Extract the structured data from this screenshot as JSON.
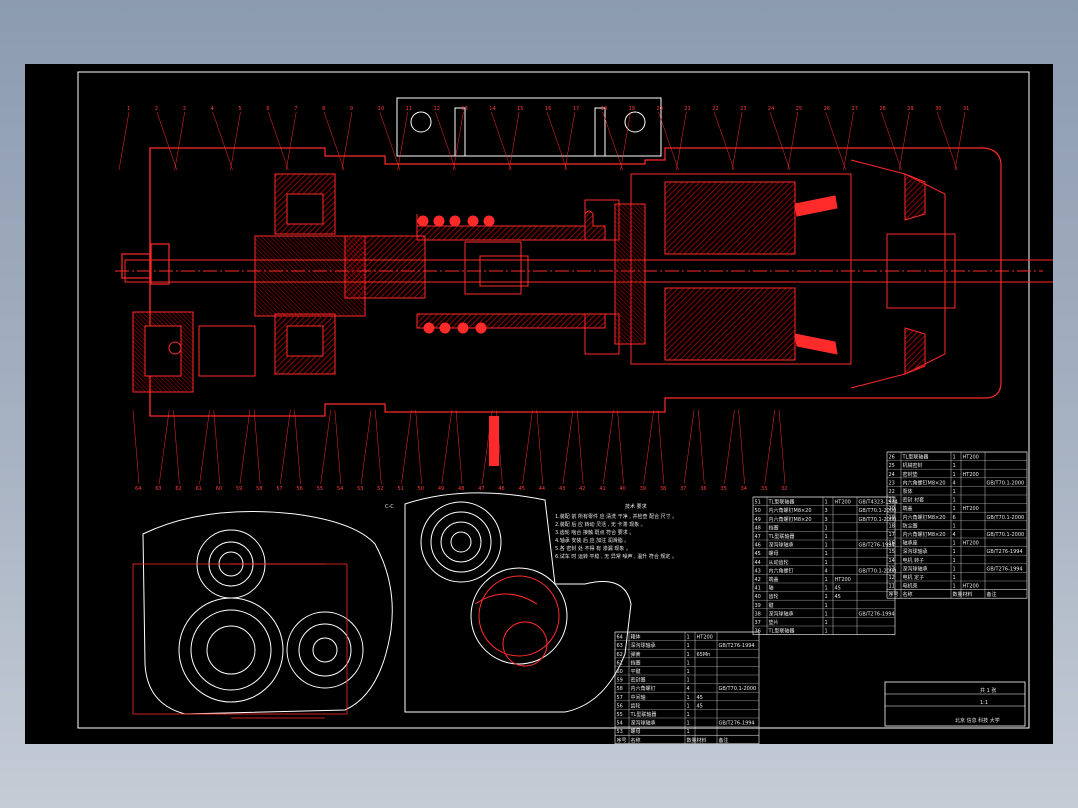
{
  "colors": {
    "background": "#000000",
    "frame": "#ffffff",
    "section_lines": "#ff2a2a",
    "hatch": "#c00000",
    "annotation_text": "#e8e8e8"
  },
  "section_label": "C-C",
  "tech_req": {
    "title": "技术 要求",
    "lines": [
      "1.装配 前 所有零件 应 清洗 干净 , 并检查 配合 尺寸 。",
      "2.装配 后 应 转动 灵活 , 无 卡滞 现象 。",
      "3.齿轮 啮合 接触 斑点 符合 要求 。",
      "4.轴承 安装 后 应 加注 润滑脂 。",
      "5.各 密封 处 不得 有 渗漏 现象 。",
      "6.试车 时 运转 平稳 , 无 异常 噪声 , 温升 符合 规定 。"
    ]
  },
  "title_block": {
    "school": "北京 信息 科技 大学",
    "ratio": "1:1",
    "sheet": "共 1 张"
  },
  "parts_right": [
    [
      "26",
      "TL型联轴器",
      "1",
      "HT200",
      ""
    ],
    [
      "25",
      "机械密封",
      "1",
      "",
      ""
    ],
    [
      "24",
      "密封垫",
      "1",
      "HT200",
      ""
    ],
    [
      "23",
      "内六角螺钉M8×20",
      "4",
      "",
      "GB/T70.1-2000"
    ],
    [
      "22",
      "泵体",
      "1",
      "",
      ""
    ],
    [
      "21",
      "密封 衬套",
      "1",
      "",
      ""
    ],
    [
      "20",
      "端盖",
      "1",
      "HT200",
      ""
    ],
    [
      "19",
      "内六角螺钉M8×20",
      "6",
      "",
      "GB/T70.1-2000"
    ],
    [
      "18",
      "防尘圈",
      "1",
      "",
      ""
    ],
    [
      "17",
      "内六角螺钉M8×20",
      "4",
      "",
      "GB/T70.1-2000"
    ],
    [
      "16",
      "轴承座",
      "1",
      "HT200",
      ""
    ],
    [
      "15",
      "深沟球轴承",
      "1",
      "",
      "GB/T276-1994"
    ],
    [
      "14",
      "电机 转子",
      "1",
      "",
      ""
    ],
    [
      "13",
      "深沟球轴承",
      "1",
      "",
      "GB/T276-1994"
    ],
    [
      "12",
      "电机 定子",
      "1",
      "",
      ""
    ],
    [
      "11",
      "电机壳",
      "1",
      "HT200",
      ""
    ]
  ],
  "parts_mid": [
    [
      "51",
      "TL型联轴器",
      "1",
      "HT200",
      "GB/T4323-1984"
    ],
    [
      "50",
      "内六角螺钉M8×20",
      "3",
      "",
      "GB/T70.1-2000"
    ],
    [
      "49",
      "内六角螺钉M8×20",
      "3",
      "",
      "GB/T70.1-2000"
    ],
    [
      "48",
      "挡圈",
      "1",
      "",
      ""
    ],
    [
      "47",
      "TL型联轴器",
      "1",
      "",
      ""
    ],
    [
      "46",
      "深沟球轴承",
      "1",
      "",
      "GB/T276-1994"
    ],
    [
      "45",
      "螺母",
      "1",
      "",
      ""
    ],
    [
      "44",
      "从动齿轮",
      "1",
      "",
      ""
    ],
    [
      "43",
      "内六角螺钉",
      "4",
      "",
      "GB/T70.1-2000"
    ],
    [
      "42",
      "端盖",
      "1",
      "HT200",
      ""
    ],
    [
      "41",
      "轴",
      "1",
      "45",
      ""
    ],
    [
      "40",
      "齿轮",
      "1",
      "45",
      ""
    ],
    [
      "39",
      "键",
      "1",
      "",
      ""
    ],
    [
      "38",
      "深沟球轴承",
      "1",
      "",
      "GB/T276-1994"
    ],
    [
      "37",
      "垫片",
      "1",
      "",
      ""
    ],
    [
      "36",
      "TL型联轴器",
      "1",
      "",
      ""
    ]
  ],
  "parts_left": [
    [
      "64",
      "箱体",
      "1",
      "HT200",
      ""
    ],
    [
      "63",
      "深沟球轴承",
      "1",
      "",
      "GB/T276-1994"
    ],
    [
      "62",
      "弹簧",
      "1",
      "65Mn",
      ""
    ],
    [
      "61",
      "挡圈",
      "1",
      "",
      ""
    ],
    [
      "60",
      "平键",
      "1",
      "",
      ""
    ],
    [
      "59",
      "密封圈",
      "1",
      "",
      ""
    ],
    [
      "58",
      "内六角螺钉",
      "4",
      "",
      "GB/T70.1-2000"
    ],
    [
      "57",
      "中间轴",
      "1",
      "45",
      ""
    ],
    [
      "56",
      "齿轮",
      "1",
      "45",
      ""
    ],
    [
      "55",
      "TL型联轴器",
      "1",
      "",
      ""
    ],
    [
      "54",
      "深沟球轴承",
      "1",
      "",
      "GB/T276-1994"
    ],
    [
      "53",
      "螺母",
      "1",
      "",
      ""
    ]
  ],
  "parts_header": [
    "序号",
    "名称",
    "数量",
    "材料",
    "备注"
  ],
  "callouts_top": [
    "1",
    "2",
    "3",
    "4",
    "5",
    "6",
    "7",
    "8",
    "9",
    "10",
    "11",
    "12",
    "13",
    "14",
    "15",
    "16",
    "17",
    "18",
    "19",
    "20",
    "21",
    "22",
    "23",
    "24",
    "25",
    "26",
    "27",
    "28",
    "29",
    "30",
    "31"
  ],
  "callouts_bottom": [
    "64",
    "63",
    "62",
    "61",
    "60",
    "59",
    "58",
    "57",
    "56",
    "55",
    "54",
    "53",
    "52",
    "51",
    "50",
    "49",
    "48",
    "47",
    "46",
    "45",
    "44",
    "43",
    "42",
    "41",
    "40",
    "39",
    "38",
    "37",
    "36",
    "35",
    "34",
    "33",
    "32"
  ]
}
